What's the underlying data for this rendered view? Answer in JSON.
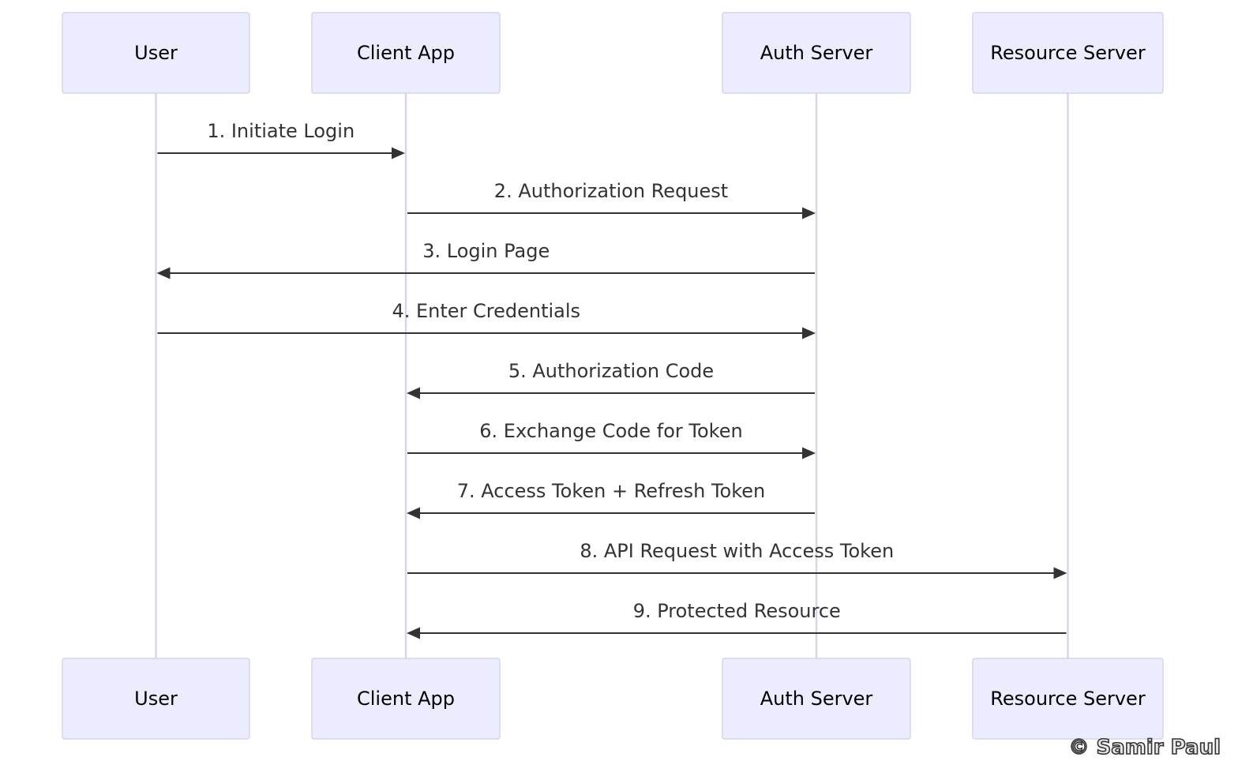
{
  "participants": [
    {
      "id": "user",
      "label": "User"
    },
    {
      "id": "client",
      "label": "Client App"
    },
    {
      "id": "auth",
      "label": "Auth Server"
    },
    {
      "id": "resource",
      "label": "Resource Server"
    }
  ],
  "messages": [
    {
      "from": "user",
      "to": "client",
      "label": "1. Initiate Login"
    },
    {
      "from": "client",
      "to": "auth",
      "label": "2. Authorization Request"
    },
    {
      "from": "auth",
      "to": "user",
      "label": "3. Login Page"
    },
    {
      "from": "user",
      "to": "auth",
      "label": "4. Enter Credentials"
    },
    {
      "from": "auth",
      "to": "client",
      "label": "5. Authorization Code"
    },
    {
      "from": "client",
      "to": "auth",
      "label": "6. Exchange Code for Token"
    },
    {
      "from": "auth",
      "to": "client",
      "label": "7. Access Token + Refresh Token"
    },
    {
      "from": "client",
      "to": "resource",
      "label": "8. API Request with Access Token"
    },
    {
      "from": "resource",
      "to": "client",
      "label": "9. Protected Resource"
    }
  ],
  "watermark": "© Samir Paul"
}
